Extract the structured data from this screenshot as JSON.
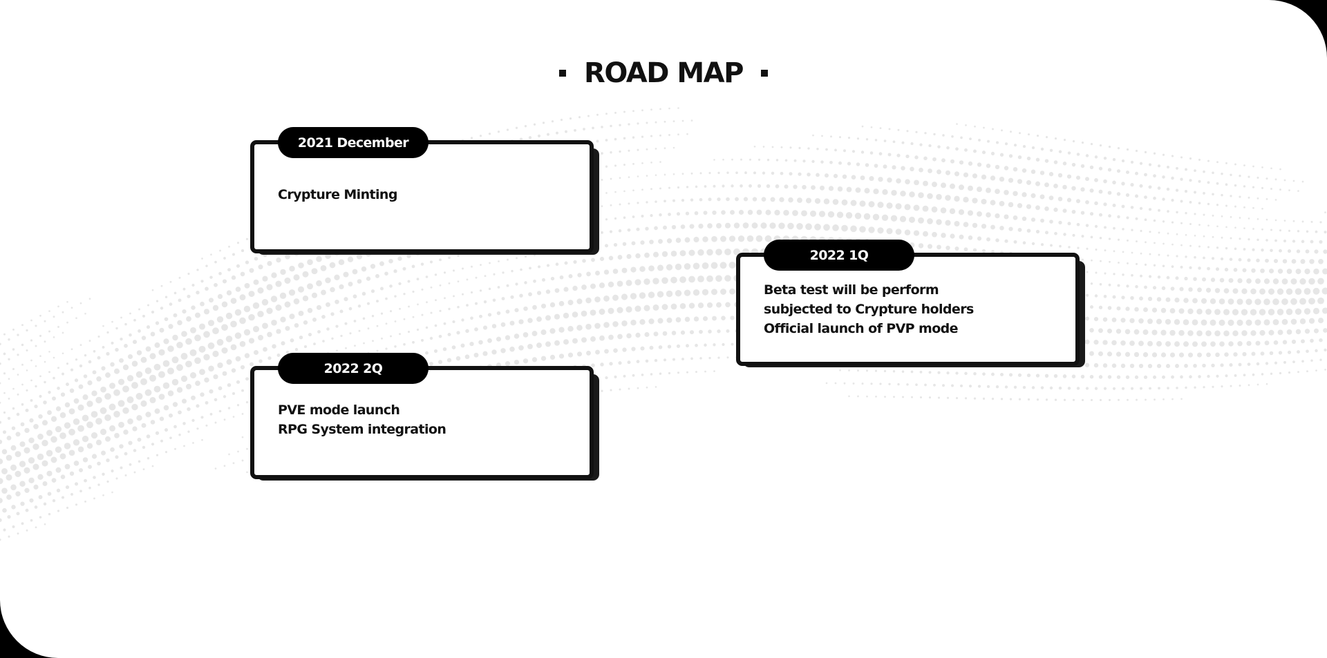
{
  "page": {
    "title": "ROAD MAP"
  },
  "roadmap": {
    "items": [
      {
        "period": "2021 December",
        "lines": [
          "Crypture Minting"
        ]
      },
      {
        "period": "2022 1Q",
        "lines": [
          "Beta test will be perform",
          "subjected to Crypture holders",
          "Official launch of PVP mode"
        ]
      },
      {
        "period": "2022 2Q",
        "lines": [
          "PVE mode launch",
          "RPG System integration"
        ]
      }
    ]
  },
  "colors": {
    "background": "#ffffff",
    "frame": "#000000",
    "card_border": "#111111",
    "tab_fill": "#000000",
    "tab_text": "#ffffff",
    "dots": "#e6e6e6"
  }
}
